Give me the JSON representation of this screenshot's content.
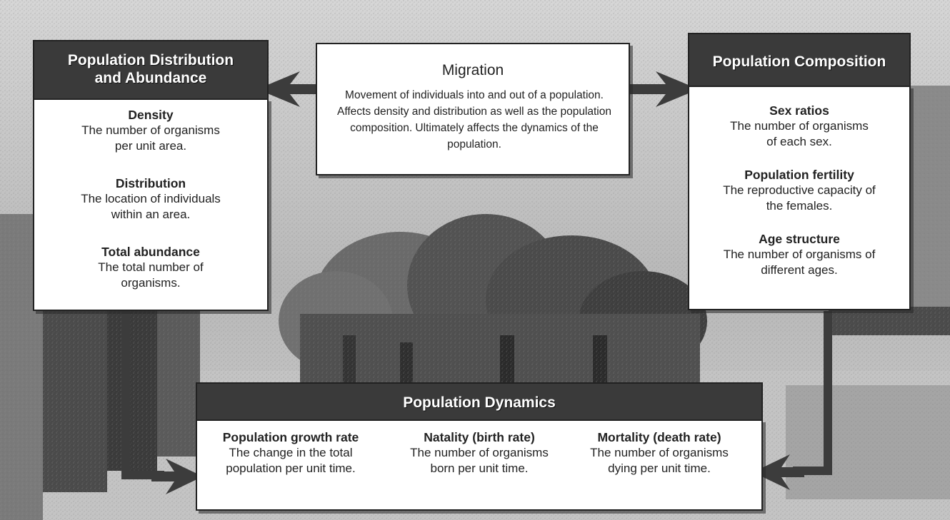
{
  "distribution": {
    "header": "Population Distribution and Abundance",
    "items": [
      {
        "term": "Density",
        "definition": "The number of organisms per unit area."
      },
      {
        "term": "Distribution",
        "definition": "The location of individuals within an area."
      },
      {
        "term": "Total abundance",
        "definition": "The total number of organisms."
      }
    ]
  },
  "migration": {
    "title": "Migration",
    "text": "Movement of individuals into and out of a population. Affects density and distribution as well as the population composition. Ultimately affects the dynamics of the population."
  },
  "composition": {
    "header": "Population Composition",
    "items": [
      {
        "term": "Sex ratios",
        "definition": "The number of organisms of each sex."
      },
      {
        "term": "Population fertility",
        "definition": "The reproductive capacity of the females."
      },
      {
        "term": "Age structure",
        "definition": "The number of organisms of different ages."
      }
    ]
  },
  "dynamics": {
    "header": "Population Dynamics",
    "items": [
      {
        "term": "Population growth rate",
        "definition": "The change in the total population per unit time."
      },
      {
        "term": "Natality (birth rate)",
        "definition": "The number of organisms born per unit time."
      },
      {
        "term": "Mortality (death rate)",
        "definition": "The number of organisms dying per unit time."
      }
    ]
  },
  "colors": {
    "header_bg": "#3a3a3a",
    "box_bg": "#ffffff",
    "arrow": "#3c3c3c"
  }
}
